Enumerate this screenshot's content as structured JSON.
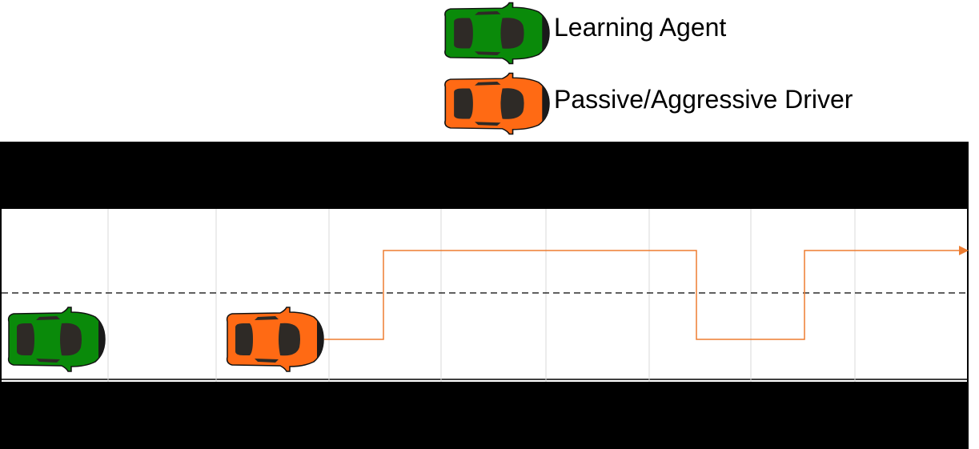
{
  "legend": {
    "items": [
      {
        "label": "Learning Agent",
        "color": "#0a8a0a"
      },
      {
        "label": "Passive/Aggressive Driver",
        "color": "#ff6a14"
      }
    ]
  },
  "colors": {
    "road_border": "#000000",
    "trajectory": "#ed7d31",
    "grid": "#d9d9d9",
    "window": "#2e2a26"
  },
  "road": {
    "lanes": 2,
    "center_line": "dashed"
  },
  "icons": {
    "car": "car-top-view-icon",
    "arrow": "arrow-head-icon"
  }
}
